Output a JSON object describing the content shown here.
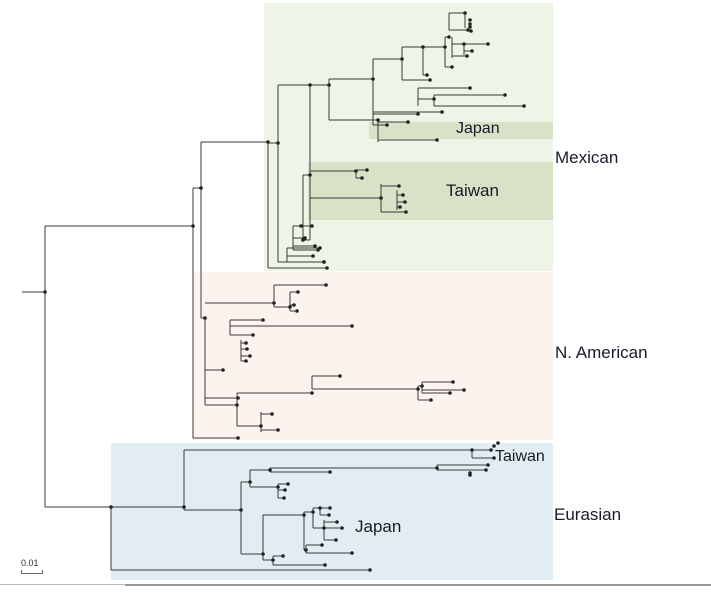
{
  "figure": {
    "type": "phylogenetic-tree",
    "scale_bar_label": "0.01",
    "regions": [
      {
        "id": "mexican",
        "label": "Mexican",
        "color": "#eef4e6"
      },
      {
        "id": "n_american",
        "label": "N. American",
        "color": "#fdf3ee"
      },
      {
        "id": "eurasian",
        "label": "Eurasian",
        "color": "#e1edf2"
      }
    ],
    "subregions": [
      {
        "id": "japan_mx",
        "label": "Japan",
        "color": "#d8e2c6"
      },
      {
        "id": "taiwan_mx",
        "label": "Taiwan",
        "color": "#d8e2c6"
      },
      {
        "id": "taiwan_eu",
        "label": "Taiwan"
      },
      {
        "id": "japan_eu",
        "label": "Japan"
      }
    ],
    "colors": {
      "branch": "#3a3a3a",
      "node": "#222222"
    }
  }
}
